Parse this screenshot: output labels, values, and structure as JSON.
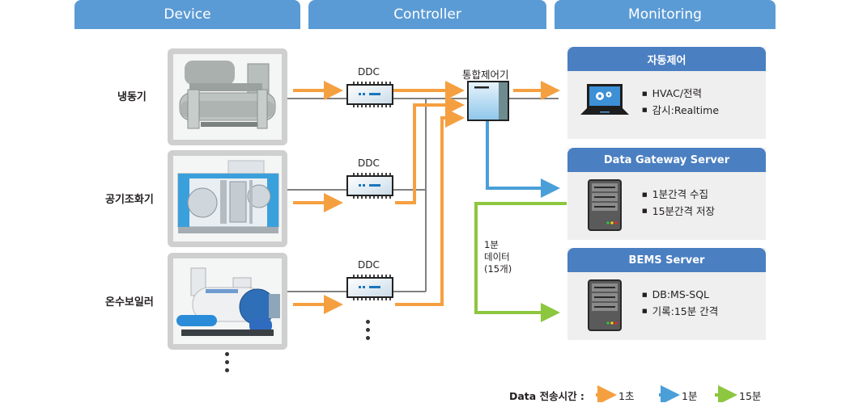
{
  "headers": {
    "device": "Device",
    "controller": "Controller",
    "monitoring": "Monitoring"
  },
  "devices": [
    {
      "label": "냉동기",
      "image": "chiller-image"
    },
    {
      "label": "공기조화기",
      "image": "air-handling-unit-image"
    },
    {
      "label": "온수보일러",
      "image": "hot-water-boiler-image"
    }
  ],
  "ddc": [
    {
      "label": "DDC"
    },
    {
      "label": "DDC"
    },
    {
      "label": "DDC"
    }
  ],
  "integrated_controller": {
    "label": "통합제어기"
  },
  "panels": [
    {
      "title": "자동제어",
      "icon": "laptop-gear-icon",
      "bullets": [
        "HVAC/전력",
        "감시:Realtime"
      ]
    },
    {
      "title": "Data Gateway Server",
      "icon": "server-icon",
      "bullets": [
        "1분간격 수집",
        "15분간격 저장"
      ]
    },
    {
      "title": "BEMS Server",
      "icon": "server-icon",
      "bullets": [
        "DB:MS-SQL",
        "기록:15분 간격"
      ]
    }
  ],
  "note": {
    "line1": "1분",
    "line2": "데이터",
    "line3": "(15개)"
  },
  "legend": {
    "title": "Data 전송시간 :",
    "items": [
      {
        "label": "1초",
        "color": "#f5a040"
      },
      {
        "label": "1분",
        "color": "#4a9fd8"
      },
      {
        "label": "15분",
        "color": "#8dc63f"
      }
    ]
  },
  "colors": {
    "header": "#5b9bd5",
    "panel_header": "#4a7fc1",
    "orange": "#f5a040",
    "blue": "#4a9fd8",
    "green": "#8dc63f",
    "gray_line": "#808080"
  }
}
